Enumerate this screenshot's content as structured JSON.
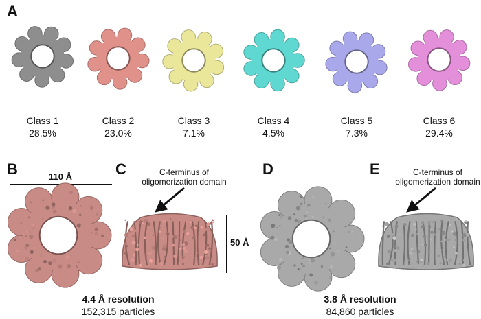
{
  "figure": {
    "panel_labels": {
      "a": "A",
      "b": "B",
      "c": "C",
      "d": "D",
      "e": "E"
    },
    "classes": [
      {
        "name": "Class 1",
        "percent": "28.5%",
        "color": "#8e8e8e"
      },
      {
        "name": "Class 2",
        "percent": "23.0%",
        "color": "#e0918a"
      },
      {
        "name": "Class 3",
        "percent": "7.1%",
        "color": "#ebe79a"
      },
      {
        "name": "Class 4",
        "percent": "4.5%",
        "color": "#5fd8d2"
      },
      {
        "name": "Class 5",
        "percent": "7.3%",
        "color": "#a8a8ea"
      },
      {
        "name": "Class 6",
        "percent": "29.4%",
        "color": "#e48fd9"
      }
    ],
    "scale_width_label": "110 Å",
    "scale_height_label": "50 Å",
    "annotation_c": "C-terminus of oligomerization domain",
    "annotation_e": "C-terminus of oligomerization domain",
    "map_colors": {
      "salmon_map": "#c98b85",
      "gray_map": "#a9a9a9"
    },
    "left_map": {
      "resolution": "4.4 Å resolution",
      "particles": "152,315 particles"
    },
    "right_map": {
      "resolution": "3.8 Å resolution",
      "particles": "84,860 particles"
    }
  }
}
